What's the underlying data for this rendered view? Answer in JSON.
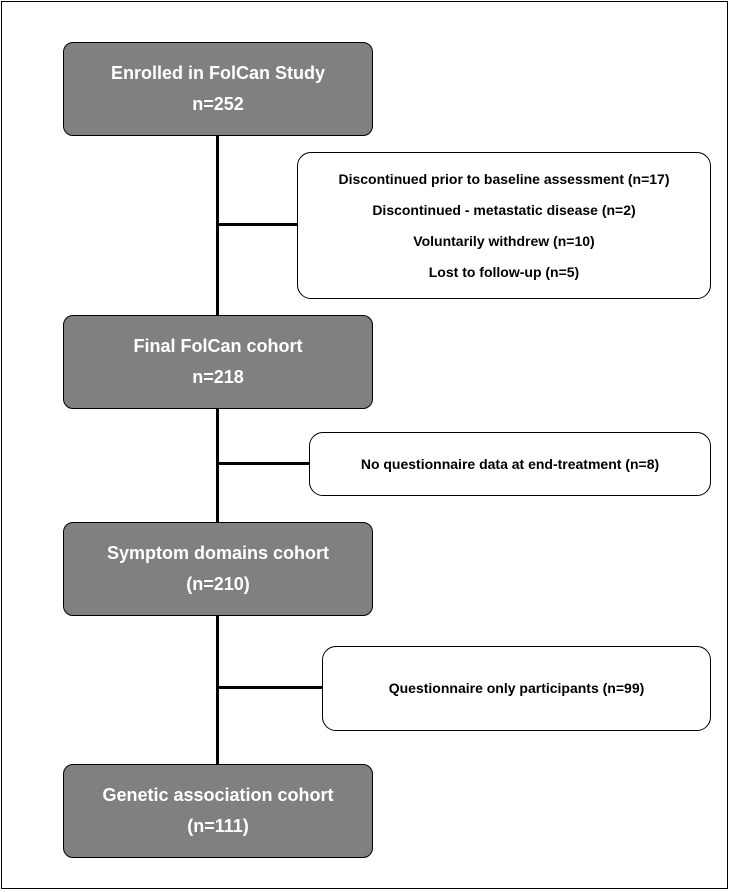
{
  "boxes": {
    "enrolled": {
      "line1": "Enrolled in FolCan Study",
      "line2": "n=252"
    },
    "final_cohort": {
      "line1": "Final FolCan cohort",
      "line2": "n=218"
    },
    "symptom_cohort": {
      "line1": "Symptom domains cohort",
      "line2": "(n=210)"
    },
    "genetic_cohort": {
      "line1": "Genetic association cohort",
      "line2": "(n=111)"
    }
  },
  "exclusions": {
    "first": [
      "Discontinued prior to baseline assessment (n=17)",
      "Discontinued - metastatic disease (n=2)",
      "Voluntarily withdrew (n=10)",
      "Lost to follow-up (n=5)"
    ],
    "second": "No questionnaire data at end-treatment (n=8)",
    "third": "Questionnaire only participants (n=99)"
  }
}
